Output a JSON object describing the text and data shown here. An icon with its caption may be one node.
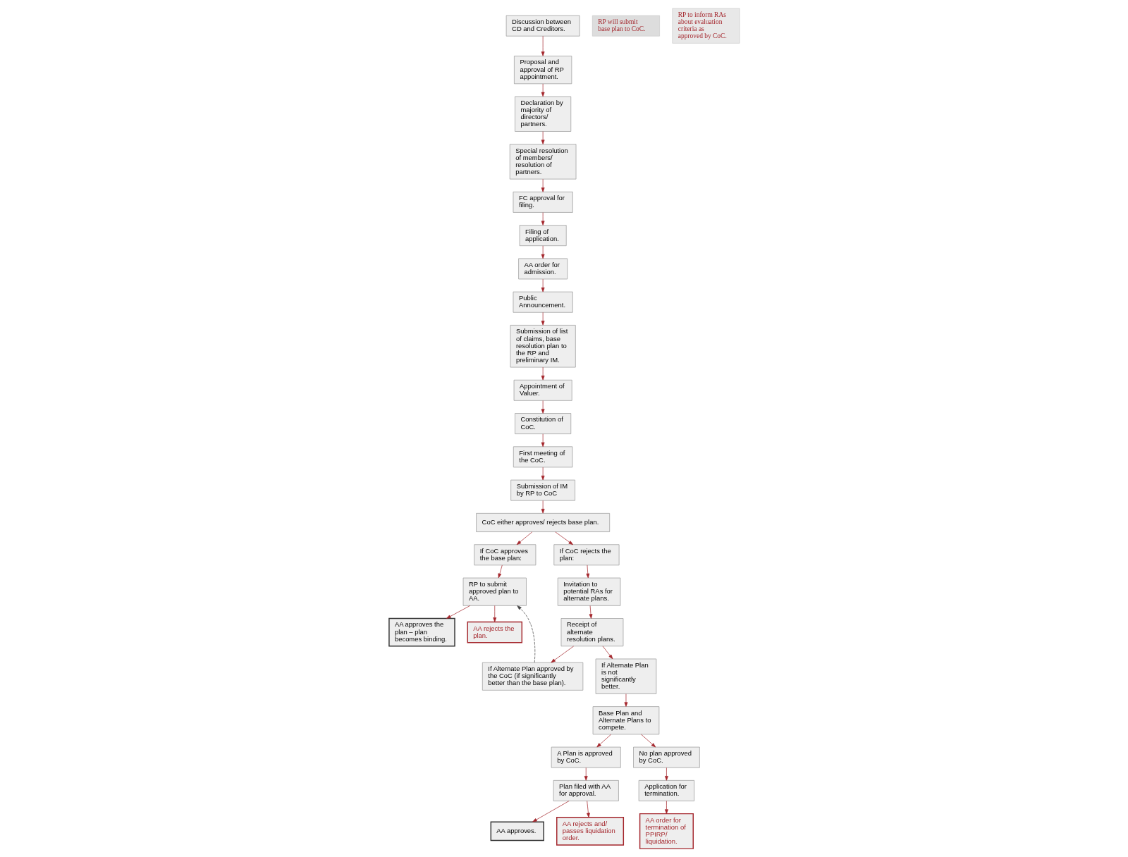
{
  "diagram": {
    "nodes": [
      {
        "text": [
          "Discussion between CD and Creditors."
        ]
      },
      {
        "text": [
          "Proposal and approval of RP appointment."
        ]
      },
      {
        "text": [
          "Declaration by majority of directors/ partners."
        ]
      },
      {
        "text": [
          "Special resolution of members/ resolution of partners."
        ]
      },
      {
        "text": [
          "FC approval for filing."
        ]
      },
      {
        "text": [
          "Filing of application."
        ]
      },
      {
        "text": [
          "AA order for admission."
        ]
      },
      {
        "text": [
          "Public Announcement."
        ]
      },
      {
        "text": [
          "Submission of list of claims, base resolution plan to the RP and preliminary IM."
        ]
      },
      {
        "text": [
          "Appointment of Valuer."
        ]
      },
      {
        "text": [
          "Constitution of CoC."
        ]
      },
      {
        "text": [
          "RP will submit base plan to CoC."
        ]
      },
      {
        "text": [
          "First meeting of the CoC."
        ]
      },
      {
        "text": [
          "Submission of IM by RP to CoC"
        ]
      },
      {
        "text": [
          "CoC either approves/ rejects base plan."
        ]
      },
      {
        "text": [
          "If CoC approves the base plan:"
        ]
      },
      {
        "text": [
          "RP to submit approved plan to AA."
        ]
      },
      {
        "text": [
          "AA approves the plan – plan becomes binding."
        ]
      },
      {
        "text": [
          "AA rejects the plan."
        ]
      },
      {
        "text": [
          "If CoC rejects the plan:"
        ]
      },
      {
        "text": [
          "Invitation to potential RAs for alternate plans."
        ]
      },
      {
        "text": [
          "RP to inform RAs about evaluation criteria as approved by CoC."
        ]
      },
      {
        "text": [
          "Receipt of alternate resolution plans."
        ]
      },
      {
        "text": [
          "If Alternate Plan approved by the CoC (if significantly better than the base plan)."
        ]
      },
      {
        "text": [
          "If Alternate Plan is not significantly better."
        ]
      },
      {
        "text": [
          "Base Plan and Alternate Plans to compete."
        ]
      },
      {
        "text": [
          "A Plan is approved by CoC."
        ]
      },
      {
        "text": [
          "Plan filed with AA for approval."
        ]
      },
      {
        "text": [
          "AA approves."
        ]
      },
      {
        "text": [
          "AA rejects and/ passes liquidation order."
        ]
      },
      {
        "text": [
          "No plan approved by CoC."
        ]
      },
      {
        "text": [
          "Application for termination."
        ]
      },
      {
        "text": [
          "AA order for termination of PPIRP/ liquidation."
        ]
      }
    ],
    "edges": [
      {
        "from": 0,
        "to": 1,
        "arrow": "to"
      },
      {
        "from": 1,
        "to": 2,
        "arrow": "to"
      },
      {
        "from": 2,
        "to": 3,
        "arrow": "to"
      },
      {
        "from": 3,
        "to": 4,
        "arrow": "to"
      },
      {
        "from": 4,
        "to": 5,
        "arrow": "to"
      },
      {
        "from": 5,
        "to": 6,
        "arrow": "to"
      },
      {
        "from": 6,
        "to": 7,
        "arrow": "to"
      },
      {
        "from": 7,
        "to": 8,
        "arrow": "to"
      },
      {
        "from": 8,
        "to": 9,
        "arrow": "to"
      },
      {
        "from": 9,
        "to": 10,
        "arrow": "to"
      },
      {
        "from": 10,
        "to": 12,
        "arrow": "to"
      },
      {
        "from": 12,
        "to": 13,
        "arrow": "to"
      },
      {
        "from": 13,
        "to": 14,
        "arrow": "to"
      },
      {
        "from": 14,
        "to": 15,
        "arrow": "to"
      },
      {
        "from": 14,
        "to": 19,
        "arrow": "to"
      },
      {
        "from": 15,
        "to": 16,
        "arrow": "to"
      },
      {
        "from": 16,
        "to": 17,
        "arrow": "to"
      },
      {
        "from": 16,
        "to": 18,
        "arrow": "to"
      },
      {
        "from": 19,
        "to": 20,
        "arrow": "to"
      },
      {
        "from": 20,
        "to": 22,
        "arrow": "to"
      },
      {
        "from": 22,
        "to": 23,
        "arrow": "to"
      },
      {
        "from": 22,
        "to": 24,
        "arrow": "to"
      },
      {
        "from": 23,
        "to": 16,
        "arrow": "to",
        "style": "dashed",
        "color": "#444444"
      },
      {
        "from": 24,
        "to": 25,
        "arrow": "to"
      },
      {
        "from": 25,
        "to": 26,
        "arrow": "to"
      },
      {
        "from": 25,
        "to": 30,
        "arrow": "to"
      },
      {
        "from": 26,
        "to": 27,
        "arrow": "to"
      },
      {
        "from": 27,
        "to": 28,
        "arrow": "to"
      },
      {
        "from": 27,
        "to": 29,
        "arrow": "to"
      },
      {
        "from": 30,
        "to": 31,
        "arrow": "to"
      },
      {
        "from": 31,
        "to": 32,
        "arrow": "to"
      }
    ]
  }
}
